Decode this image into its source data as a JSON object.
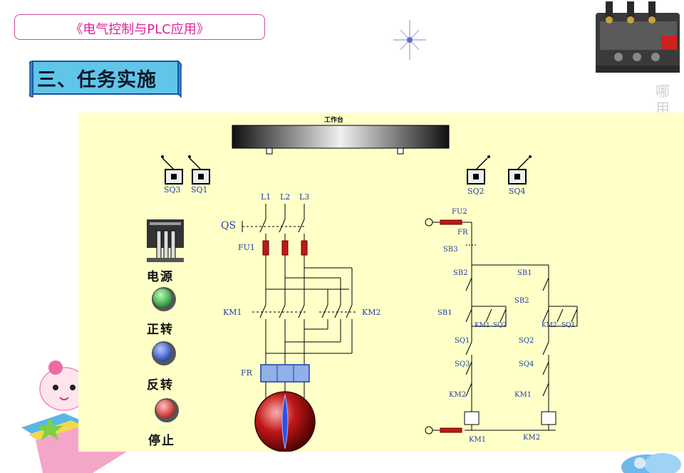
{
  "header": {
    "course_title": "《电气控制与PLC应用》",
    "section_title": "三、任务实施"
  },
  "side_text": "哪用",
  "workbench": {
    "title": "工作台"
  },
  "limit_switches": {
    "sq3": "SQ3",
    "sq1": "SQ1",
    "sq2": "SQ2",
    "sq4": "SQ4"
  },
  "controls": {
    "power": "电源",
    "forward": "正转",
    "reverse": "反转",
    "stop": "停止"
  },
  "indicator_colors": {
    "forward": "#1a8c2a",
    "reverse": "#1a3fb0",
    "stop": "#c01818"
  },
  "main_circuit": {
    "phases": [
      "L1",
      "L2",
      "L3"
    ],
    "qs": "QS",
    "fu1": "FU1",
    "km1": "KM1",
    "km2": "KM2",
    "fr": "FR"
  },
  "control_circuit": {
    "fu2": "FU2",
    "fr": "FR",
    "sb3": "SB3",
    "left": {
      "sb2": "SB2",
      "sb1": "SB1",
      "km1": "KM1",
      "sq2": "SQ2",
      "sq1": "SQ1",
      "sq3": "SQ3",
      "km2": "KM2",
      "coil": "KM1"
    },
    "right": {
      "sb1": "SB1",
      "sb2": "SB2",
      "km2": "KM2",
      "sq1": "SQ1",
      "sq2": "SQ2",
      "sq4": "SQ4",
      "km1": "KM1",
      "coil": "KM2"
    }
  }
}
